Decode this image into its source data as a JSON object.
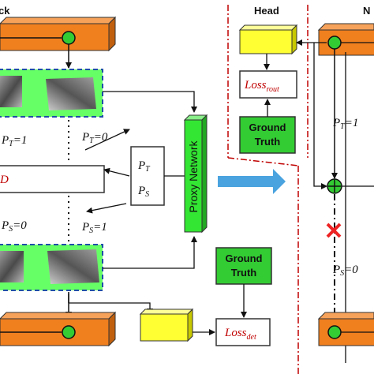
{
  "header": {
    "left_title_fragment": "ck",
    "head_title": "Head",
    "right_title_fragment": "N"
  },
  "proxy": {
    "label": "Proxy Network"
  },
  "prob_box": {
    "line1": "P_T",
    "line2": "P_S"
  },
  "left_labels": {
    "pt_one": "P_T=1",
    "pt_zero": "P_T=0",
    "ps_zero": "P_S=0",
    "ps_one": "P_S=1",
    "mid_box_fragment": "D"
  },
  "losses": {
    "rout": {
      "base": "Loss",
      "sub": "rout"
    },
    "det": {
      "base": "Loss",
      "sub": "det"
    }
  },
  "ground_truth": {
    "line1": "Ground",
    "line2": "Truth"
  },
  "right_labels": {
    "pt_one": "P_T=1",
    "ps_zero": "P_S=0"
  },
  "colors": {
    "orange": "#f07f1e",
    "yellow": "#ffff33",
    "green": "#33cc33",
    "light_green": "#66ff66",
    "dashed_border": "#1f4ea8",
    "proxy_green": "#33e633",
    "arrow_blue": "#4aa3df",
    "red_dash": "#c00000",
    "cross_red": "#ee2222"
  }
}
